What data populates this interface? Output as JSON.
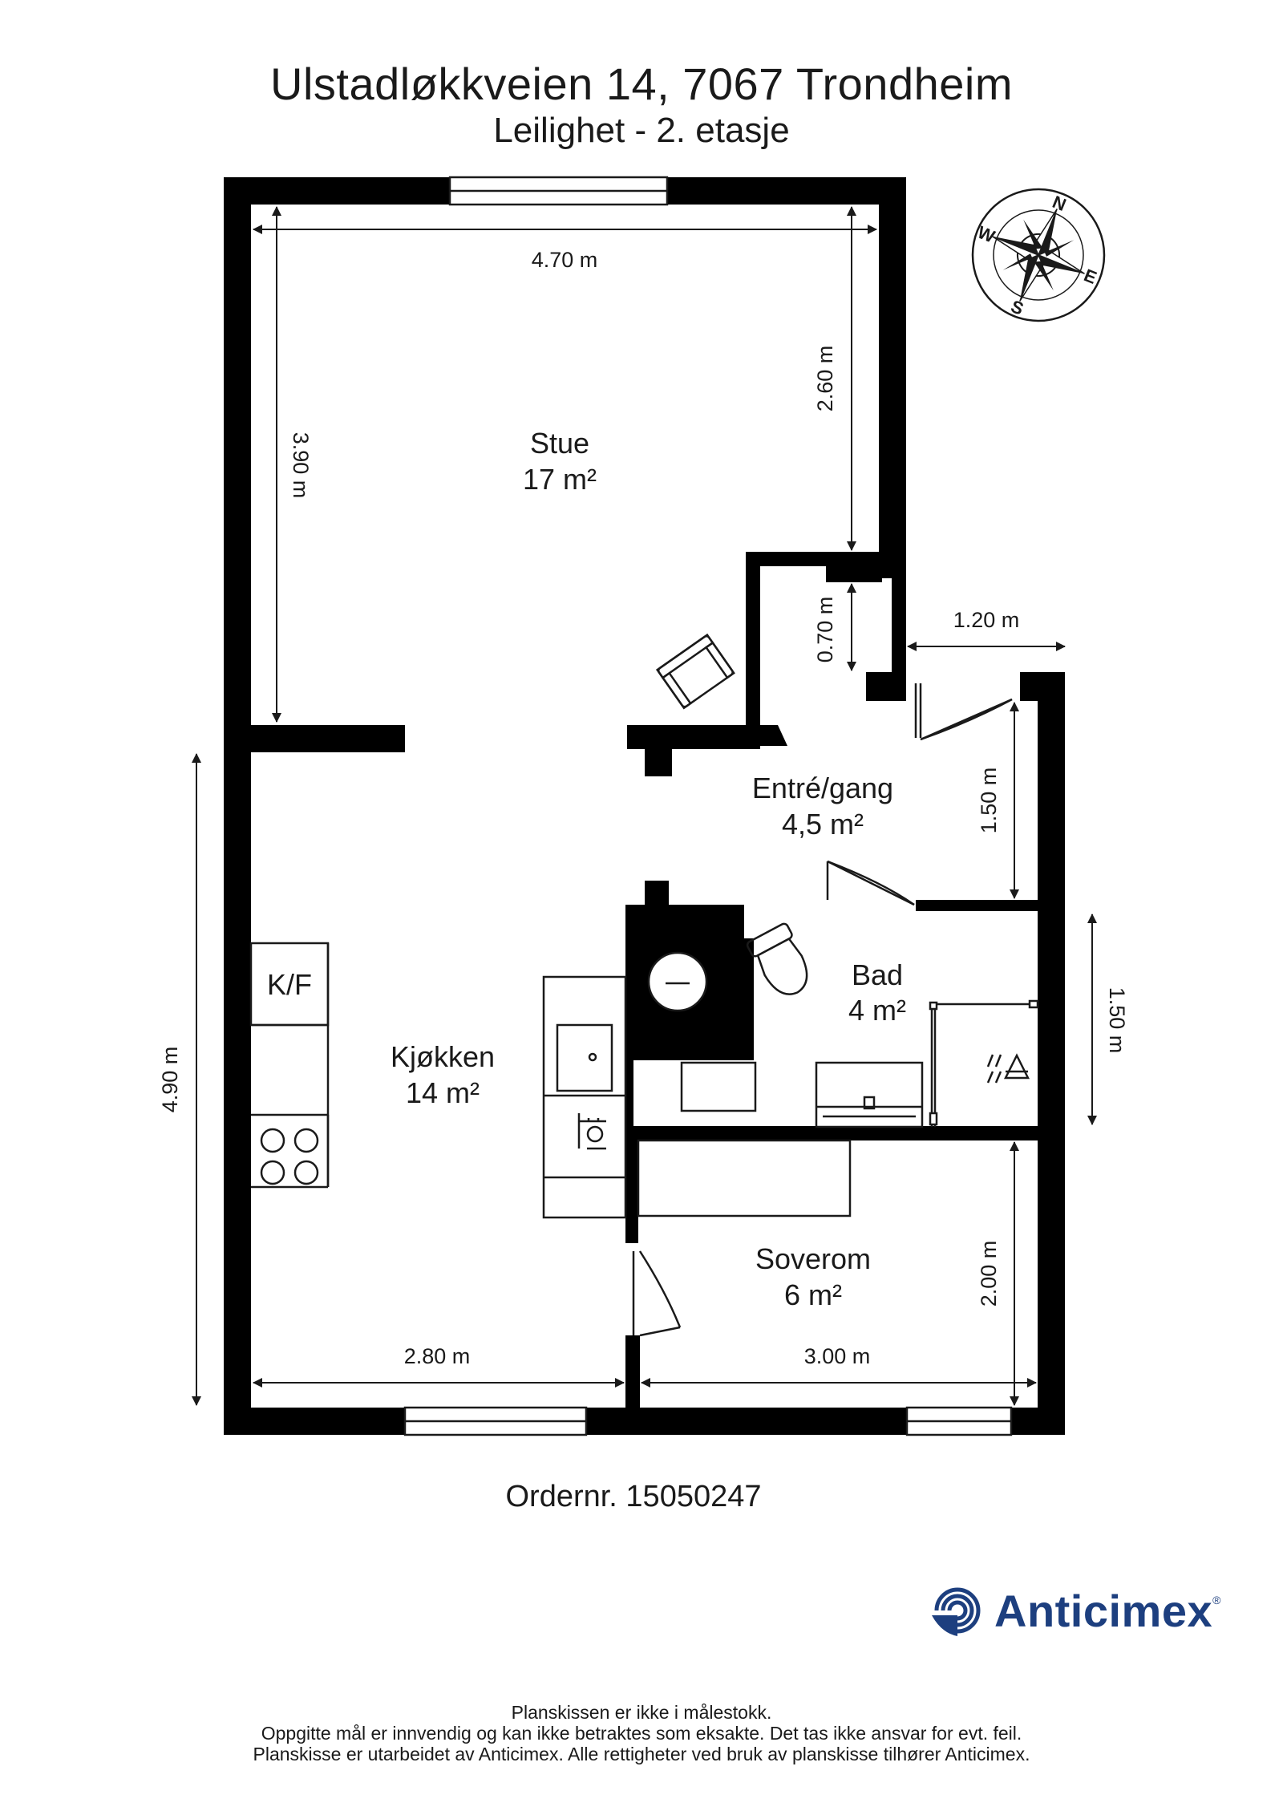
{
  "header": {
    "address": "Ulstadløkkveien 14, 7067 Trondheim",
    "floor": "Leilighet - 2. etasje"
  },
  "rooms": {
    "stue": {
      "name": "Stue",
      "area": "17 m²"
    },
    "entre": {
      "name": "Entré/gang",
      "area": "4,5 m²"
    },
    "bad": {
      "name": "Bad",
      "area": "4 m²"
    },
    "kjokken": {
      "name": "Kjøkken",
      "area": "14 m²"
    },
    "soverom": {
      "name": "Soverom",
      "area": "6 m²"
    }
  },
  "fixtures": {
    "fridge_freezer": "K/F"
  },
  "dimensions": {
    "stue_width": "4.70 m",
    "stue_depth": "3.90 m",
    "stue_right": "2.60 m",
    "niche": "0.70 m",
    "entre_width": "1.20 m",
    "entre_depth": "1.50 m",
    "bad_depth": "1.50 m",
    "kjokken_depth": "4.90 m",
    "kjokken_width": "2.80 m",
    "soverom_width": "3.00 m",
    "soverom_depth": "2.00 m"
  },
  "compass": {
    "n": "N",
    "e": "E",
    "s": "S",
    "w": "W"
  },
  "order": "Ordernr. 15050247",
  "brand": {
    "name": "Anticimex",
    "reg": "®",
    "color": "#1d3f7f"
  },
  "footer": {
    "line1": "Planskissen er ikke i målestokk.",
    "line2": "Oppgitte mål er innvendig og kan ikke betraktes som eksakte. Det tas ikke ansvar for evt. feil.",
    "line3": "Planskisse er utarbeidet av Anticimex. Alle rettigheter ved bruk av planskisse tilhører Anticimex."
  },
  "colors": {
    "wall": "#000000",
    "line": "#1a1a1a",
    "background": "#ffffff"
  }
}
